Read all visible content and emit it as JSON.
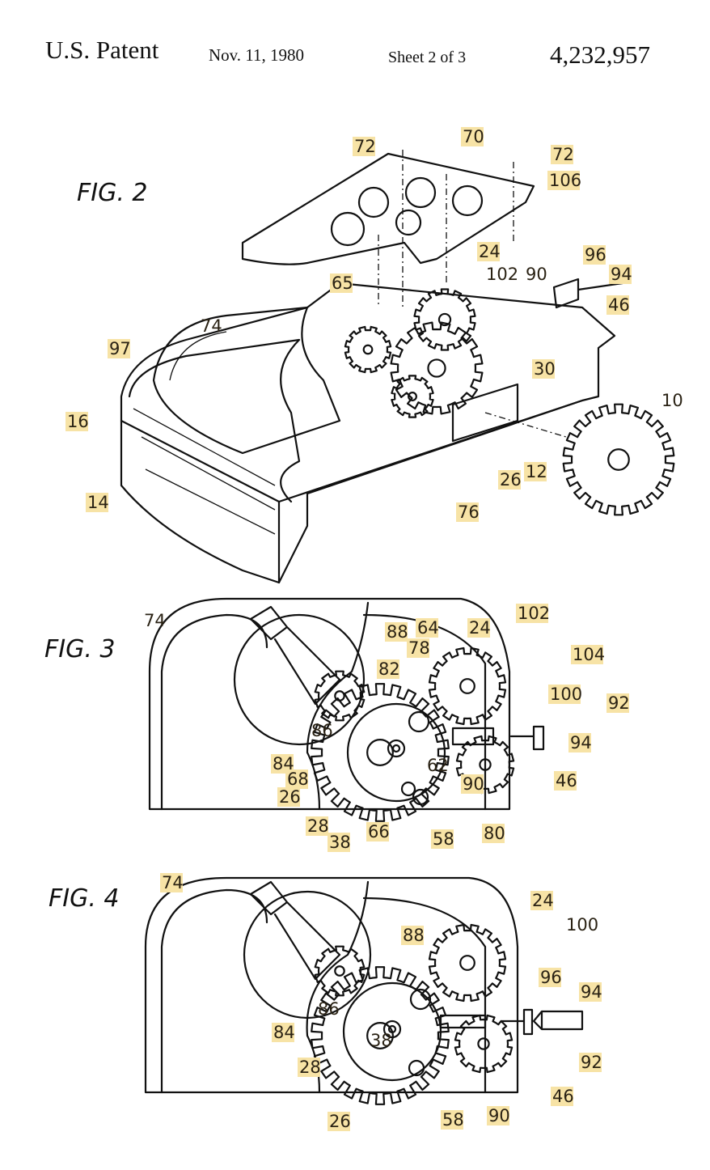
{
  "header": {
    "patent_office": "U.S. Patent",
    "date": "Nov. 11, 1980",
    "sheet": "Sheet 2 of 3",
    "patent_number": "4,232,957"
  },
  "highlight_color": "#f7e3a6",
  "fig2": {
    "title": "FIG. 2",
    "labels": [
      "72",
      "70",
      "72",
      "106",
      "96",
      "94",
      "24",
      "102",
      "90",
      "46",
      "65",
      "74",
      "97",
      "30",
      "10",
      "16",
      "26",
      "12",
      "14",
      "76"
    ]
  },
  "fig3": {
    "title": "FIG. 3",
    "labels": [
      "74",
      "88",
      "64",
      "24",
      "102",
      "78",
      "104",
      "82",
      "100",
      "92",
      "86",
      "94",
      "84",
      "62",
      "68",
      "90",
      "46",
      "26",
      "28",
      "38",
      "66",
      "58",
      "80"
    ]
  },
  "fig4": {
    "title": "FIG. 4",
    "labels": [
      "74",
      "24",
      "100",
      "88",
      "96",
      "94",
      "86",
      "84",
      "38",
      "28",
      "92",
      "46",
      "58",
      "90",
      "26"
    ]
  }
}
